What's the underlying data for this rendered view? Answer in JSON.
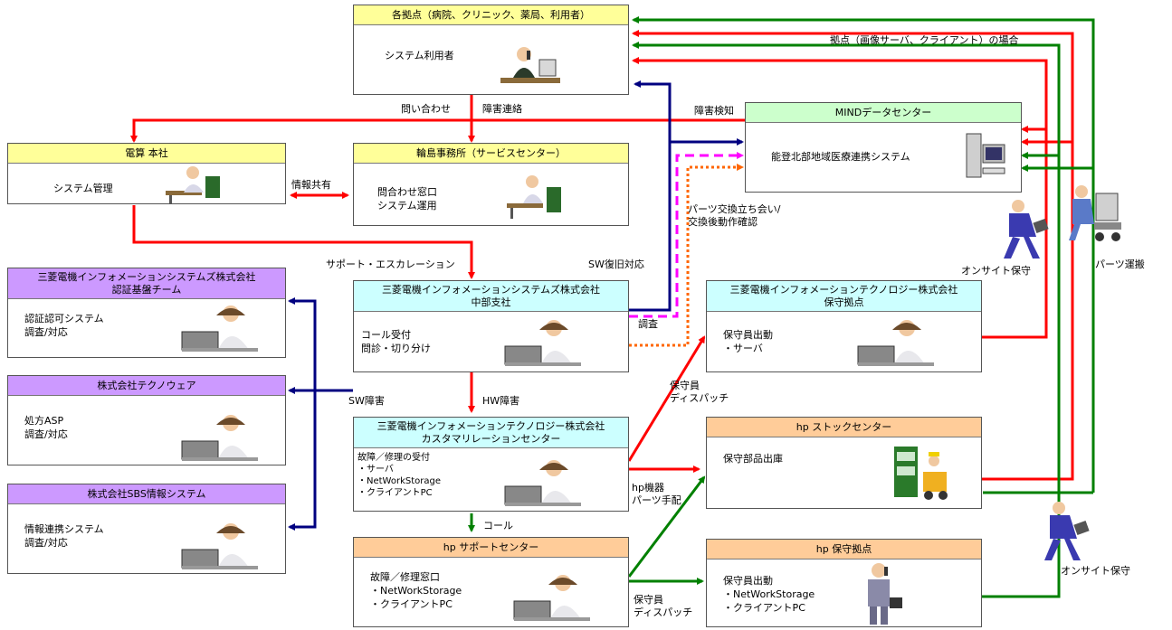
{
  "nodes": {
    "users": {
      "title": "各拠点（病院、クリニック、薬局、利用者）",
      "body": "システム利用者"
    },
    "dentsan": {
      "title": "電算 本社",
      "body": "システム管理"
    },
    "wajima": {
      "title": "輪島事務所（サービスセンター）",
      "body": "問合わせ窓口\nシステム運用"
    },
    "mind": {
      "title": "MINDデータセンター",
      "body": "能登北部地域医療連携システム"
    },
    "mis_auth": {
      "title": "三菱電機インフォメーションシステムズ株式会社\n認証基盤チーム",
      "body": "認証認可システム\n調査/対応"
    },
    "techno": {
      "title": "株式会社テクノウェア",
      "body": "処方ASP\n調査/対応"
    },
    "sbs": {
      "title": "株式会社SBS情報システム",
      "body": "情報連携システム\n調査/対応"
    },
    "mis_chubu": {
      "title": "三菱電機インフォメーションシステムズ株式会社\n中部支社",
      "body": "コール受付\n問診・切り分け"
    },
    "mit_base": {
      "title": "三菱電機インフォメーションテクノロジー株式会社\n保守拠点",
      "body": "保守員出動\n・サーバ"
    },
    "mit_crc": {
      "title": "三菱電機インフォメーションテクノロジー株式会社\nカスタマリレーションセンター",
      "body": "故障／修理の受付\n・サーバ\n・NetWorkStorage\n・クライアントPC"
    },
    "hp_stock": {
      "title": "hp ストックセンター",
      "body": "保守部品出庫"
    },
    "hp_support": {
      "title": "hp サポートセンター",
      "body": "故障／修理窓口\n・NetWorkStorage\n・クライアントPC"
    },
    "hp_base": {
      "title": "hp 保守拠点",
      "body": "保守員出動\n・NetWorkStorage\n・クライアントPC"
    }
  },
  "labels": {
    "inquiry": "問い合わせ",
    "fault_report": "障害連絡",
    "fault_detect": "障害検知",
    "info_share": "情報共有",
    "site_case": "拠点（画像サーバ、クライアント）の場合",
    "parts_exchange": "パーツ交換立ち会い/\n交換後動作確認",
    "support_escalation": "サポート・エスカレーション",
    "sw_recovery": "SW復旧対応",
    "investigation": "調査",
    "onsite1": "オンサイト保守",
    "parts_transport": "パーツ運搬",
    "sw_fault": "SW障害",
    "hw_fault": "HW障害",
    "dispatch1": "保守員\nディスパッチ",
    "hp_parts": "hp機器\nパーツ手配",
    "call": "コール",
    "dispatch2": "保守員\nディスパッチ",
    "onsite2": "オンサイト保守"
  },
  "colors": {
    "red": "#ff0000",
    "navy": "#000080",
    "green": "#008000",
    "magenta": "#ff00ff",
    "orange": "#ff6600",
    "yellow_header": "#ffff99",
    "cyan_header": "#ccffff",
    "purple_header": "#cc99ff",
    "orange_header": "#ffcc99",
    "green_header": "#ccffcc"
  },
  "icons": [
    "person-at-desk-icon",
    "person-on-phone-icon",
    "server-computer-icon",
    "walking-engineer-icon",
    "parts-cart-icon",
    "forklift-warehouse-icon",
    "engineer-on-phone-icon"
  ]
}
